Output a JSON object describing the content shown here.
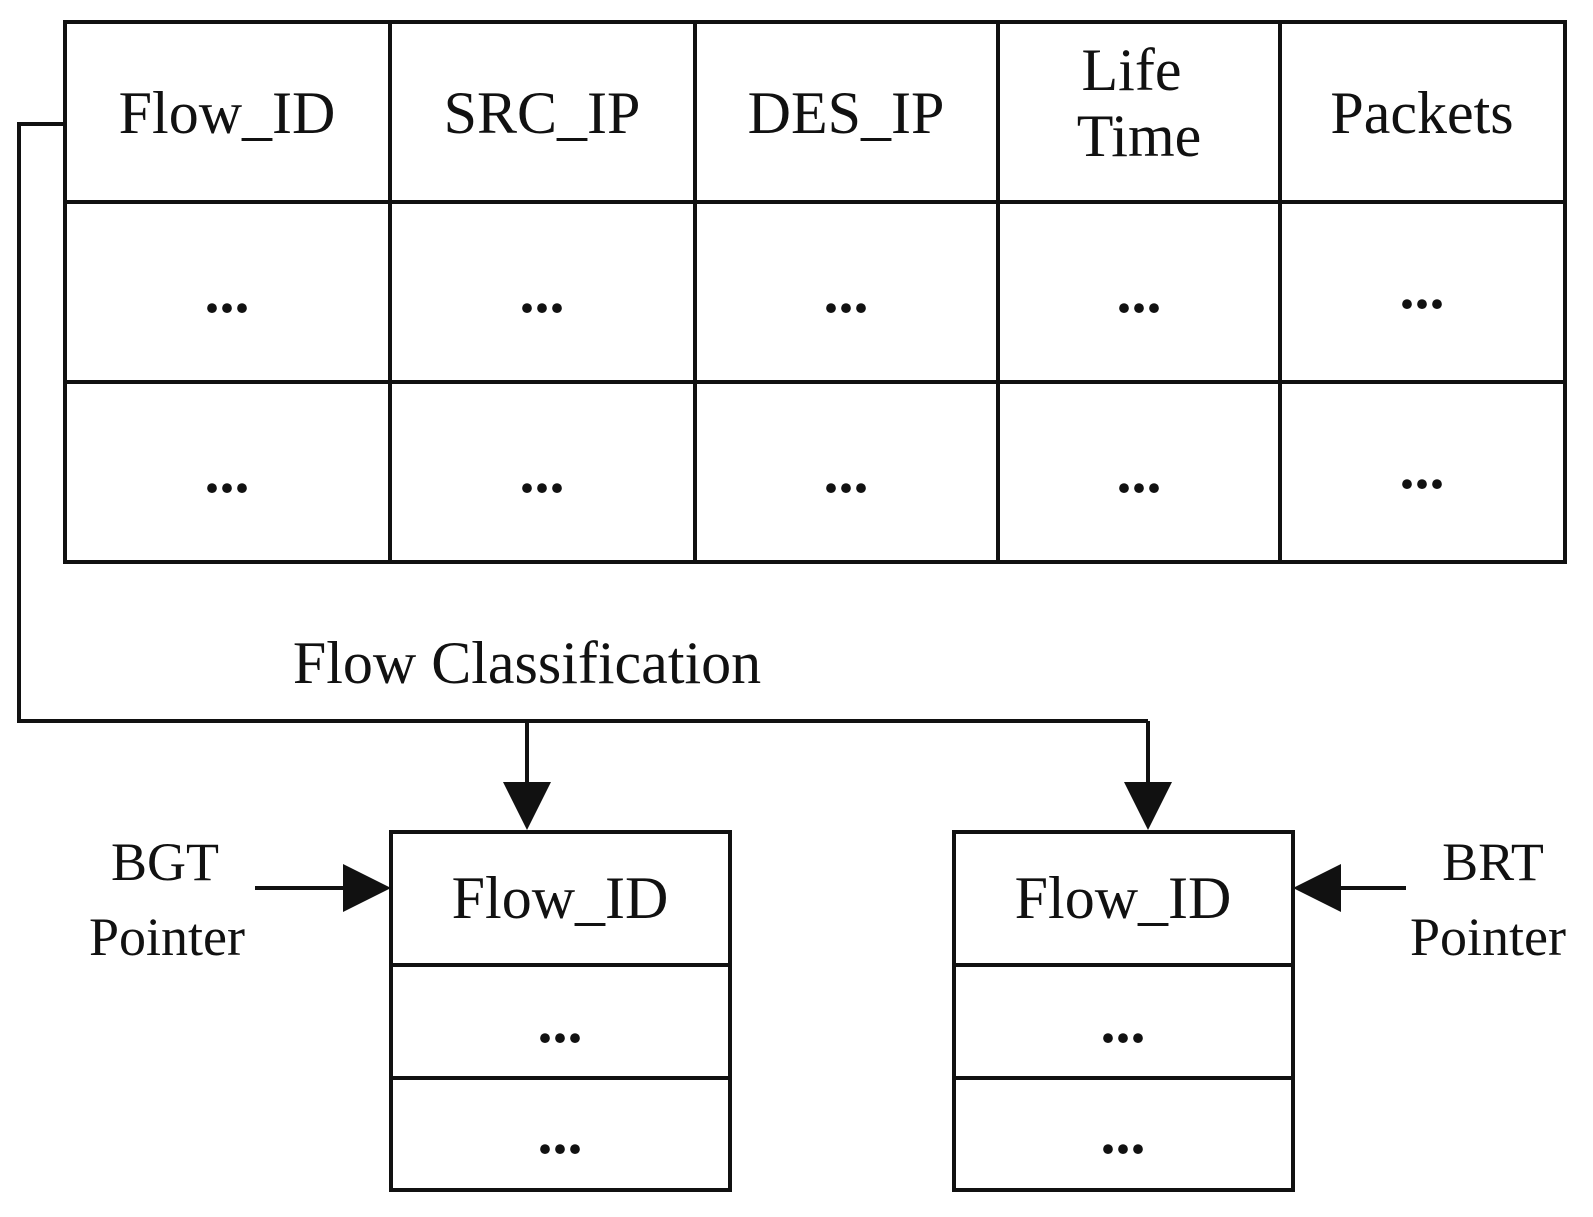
{
  "flow_table": {
    "headers": [
      "Flow_ID",
      "SRC_IP",
      "DES_IP",
      "Life Time",
      "Packets"
    ],
    "rows": [
      [
        "...",
        "...",
        "...",
        "...",
        "..."
      ],
      [
        "...",
        "...",
        "...",
        "...",
        "..."
      ]
    ]
  },
  "connector_label": "Flow Classification",
  "bgt_table": {
    "header": "Flow_ID",
    "rows": [
      "...",
      "..."
    ],
    "pointer_label_line1": "BGT",
    "pointer_label_line2": "Pointer"
  },
  "brt_table": {
    "header": "Flow_ID",
    "rows": [
      "...",
      "..."
    ],
    "pointer_label_line1": "BRT",
    "pointer_label_line2": "Pointer"
  }
}
